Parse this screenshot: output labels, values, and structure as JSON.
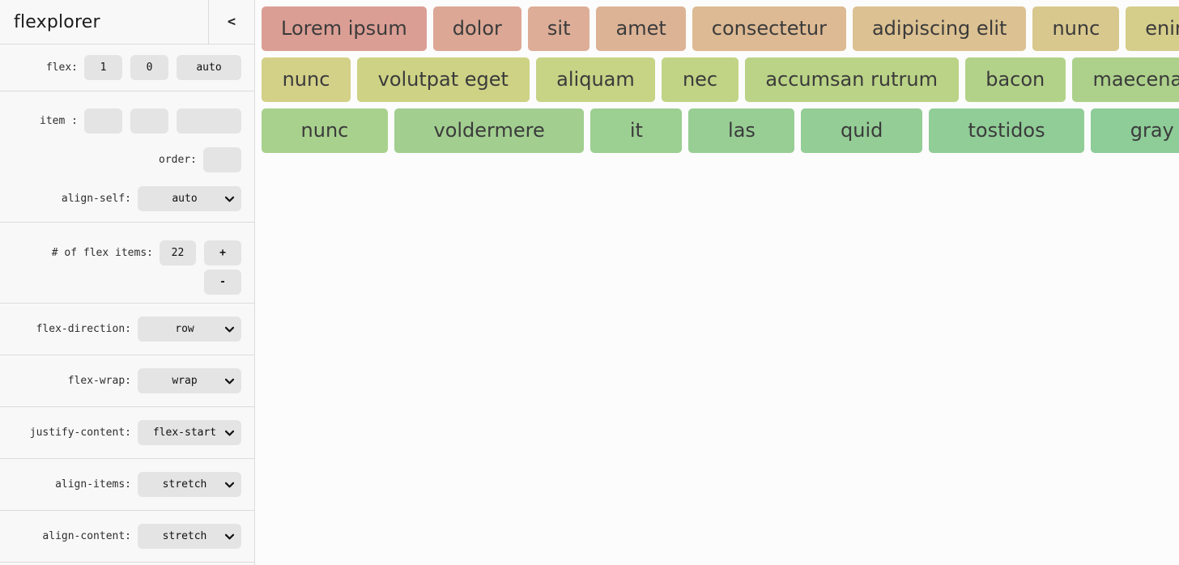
{
  "app": {
    "title": "flexplorer",
    "collapse_icon": "<"
  },
  "sidebar": {
    "flex": {
      "label": "flex:",
      "values": [
        "1",
        "0",
        "auto"
      ]
    },
    "item": {
      "label": "item :",
      "values": [
        "",
        "",
        ""
      ]
    },
    "order": {
      "label": "order:",
      "value": ""
    },
    "align_self": {
      "label": "align-self:",
      "value": "auto"
    },
    "count": {
      "label": "# of flex items:",
      "value": "22",
      "increment_label": "+",
      "decrement_label": "-"
    },
    "properties": [
      {
        "label": "flex-direction:",
        "value": "row"
      },
      {
        "label": "flex-wrap:",
        "value": "wrap"
      },
      {
        "label": "justify-content:",
        "value": "flex-start"
      },
      {
        "label": "align-items:",
        "value": "stretch"
      },
      {
        "label": "align-content:",
        "value": "stretch"
      }
    ]
  },
  "main": {
    "rows": [
      {
        "items": [
          {
            "label": "Lorem ipsum",
            "color": "#db9e94"
          },
          {
            "label": "dolor",
            "color": "#dca795"
          },
          {
            "label": "sit",
            "color": "#ddad97"
          },
          {
            "label": "amet",
            "color": "#ddb396"
          },
          {
            "label": "consectetur",
            "color": "#ddba94"
          },
          {
            "label": "adipiscing elit",
            "color": "#dcc192"
          },
          {
            "label": "nunc",
            "color": "#d9c88e"
          },
          {
            "label": "enim",
            "color": "#d5cd8a"
          }
        ]
      },
      {
        "items": [
          {
            "label": "nunc",
            "color": "#d3d088"
          },
          {
            "label": "volutpat eget",
            "color": "#cdd285"
          },
          {
            "label": "aliquam",
            "color": "#c7d385"
          },
          {
            "label": "nec",
            "color": "#c1d485"
          },
          {
            "label": "accumsan rutrum",
            "color": "#bad386"
          },
          {
            "label": "bacon",
            "color": "#b3d289"
          },
          {
            "label": "maecenas",
            "color": "#add18b"
          }
        ]
      },
      {
        "items": [
          {
            "label": "nunc",
            "color": "#a8d18d"
          },
          {
            "label": "voldermere",
            "color": "#a2cf90"
          },
          {
            "label": "it",
            "color": "#9ccf92"
          },
          {
            "label": "las",
            "color": "#98ce94"
          },
          {
            "label": "quid",
            "color": "#94cd95"
          },
          {
            "label": "tostidos",
            "color": "#91cd97"
          },
          {
            "label": "gray",
            "color": "#8ecc98"
          }
        ]
      }
    ]
  }
}
